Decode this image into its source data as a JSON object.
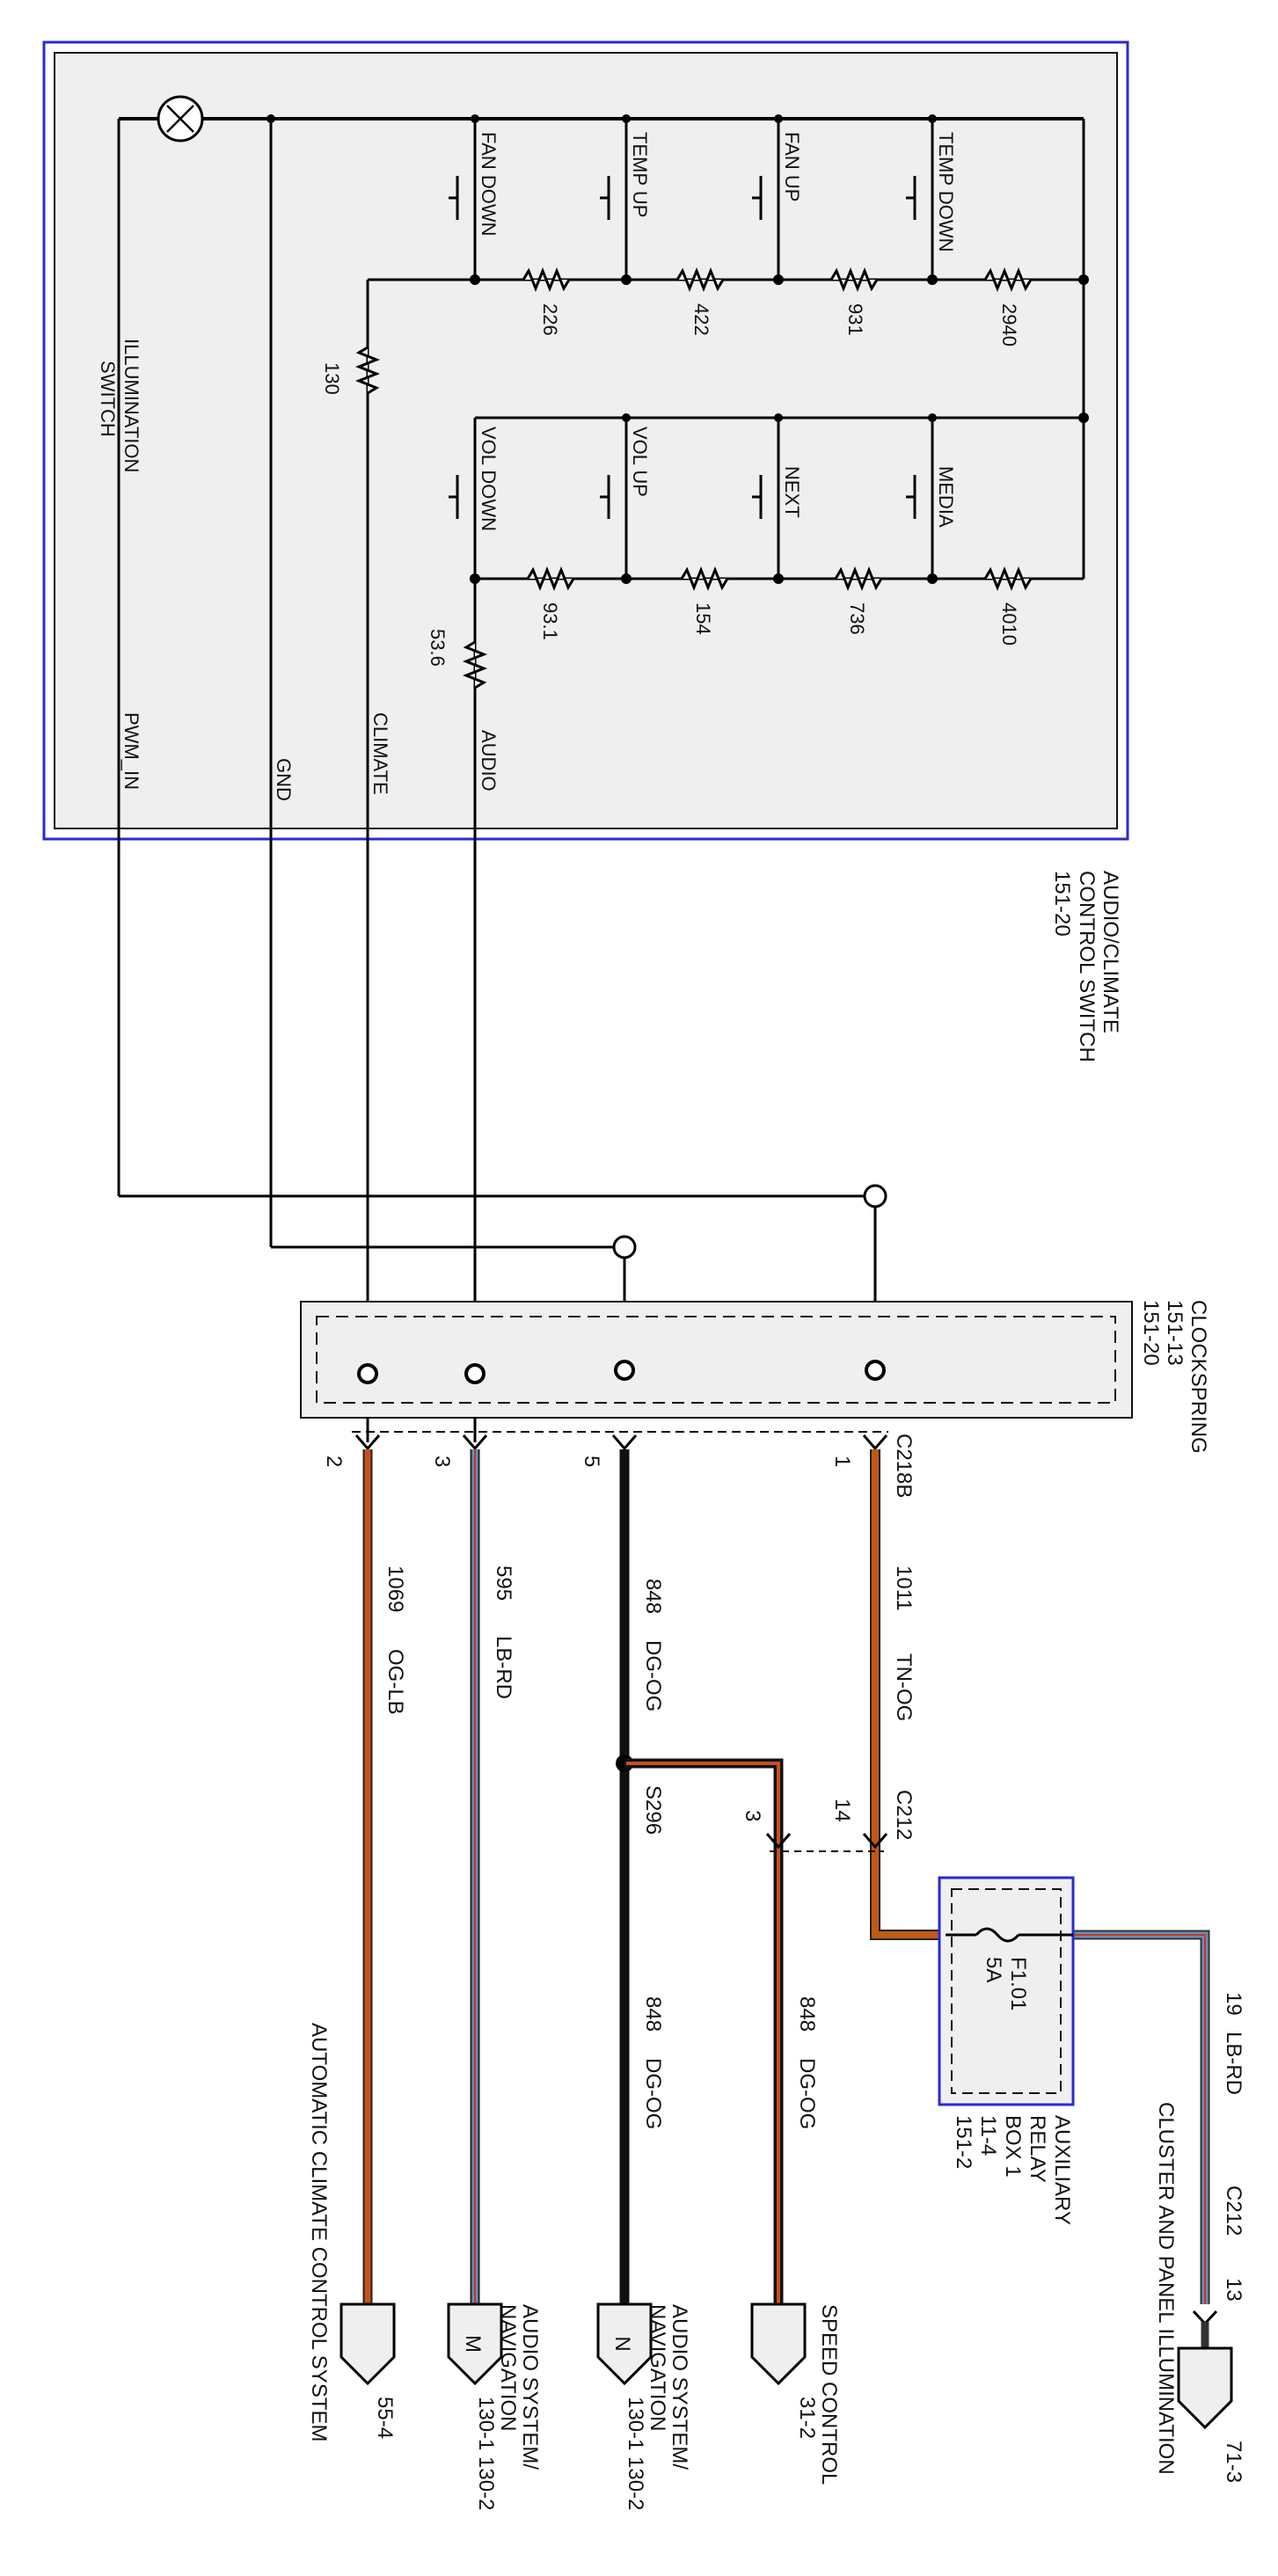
{
  "switch": {
    "labels": [
      "FAN DOWN",
      "TEMP UP",
      "FAN UP",
      "TEMP DOWN",
      "VOL DOWN",
      "VOL UP",
      "NEXT",
      "MEDIA"
    ],
    "resistors_climate": [
      "226",
      "422",
      "931",
      "2940"
    ],
    "resistors_audio": [
      "93.1",
      "154",
      "736",
      "4010"
    ],
    "r_climate": "130",
    "r_audio": "53.6",
    "illumination": [
      "ILLUMINATION",
      "SWITCH"
    ],
    "signals": [
      "PWM_IN",
      "GND",
      "CLIMATE",
      "AUDIO"
    ],
    "name": [
      "AUDIO/CLIMATE",
      "CONTROL SWITCH",
      "151-20"
    ]
  },
  "clockspring": {
    "name": [
      "CLOCKSPRING",
      "151-13",
      "151-20"
    ],
    "connector": "C218B",
    "pins": [
      "1",
      "5",
      "3",
      "2"
    ]
  },
  "wires": [
    {
      "circuit": "1011",
      "color": "TN-OG"
    },
    {
      "circuit": "848",
      "color": "DG-OG"
    },
    {
      "circuit": "595",
      "color": "LB-RD"
    },
    {
      "circuit": "1069",
      "color": "OG-LB"
    }
  ],
  "c212": {
    "name": "C212",
    "pins": [
      "14",
      "3"
    ]
  },
  "splice": "S296",
  "branch_wires": [
    {
      "circuit": "848",
      "color": "DG-OG"
    },
    {
      "circuit": "848",
      "color": "DG-OG"
    }
  ],
  "fuse": {
    "name": "F1.01",
    "rating": "5A"
  },
  "relay_box": [
    "AUXILIARY",
    "RELAY",
    "BOX 1",
    "11-4",
    "151-2"
  ],
  "illum_wire": {
    "circuit": "19",
    "color": "LB-RD"
  },
  "c212_13": {
    "left": "C212",
    "right": "13"
  },
  "destinations": [
    {
      "name": [
        "CLUSTER AND PANEL ILLUMINATION"
      ],
      "ref": "71-3"
    },
    {
      "name": [
        "SPEED CONTROL"
      ],
      "ref": "31-2"
    },
    {
      "name": [
        "AUDIO SYSTEM/",
        "NAVIGATION"
      ],
      "ref": "130-1 130-2",
      "letter": "N"
    },
    {
      "name": [
        "AUDIO SYSTEM/",
        "NAVIGATION"
      ],
      "ref": "130-1 130-2",
      "letter": "M"
    },
    {
      "name": [
        "AUTOMATIC CLIMATE CONTROL SYSTEM"
      ],
      "ref": "55-4"
    }
  ]
}
